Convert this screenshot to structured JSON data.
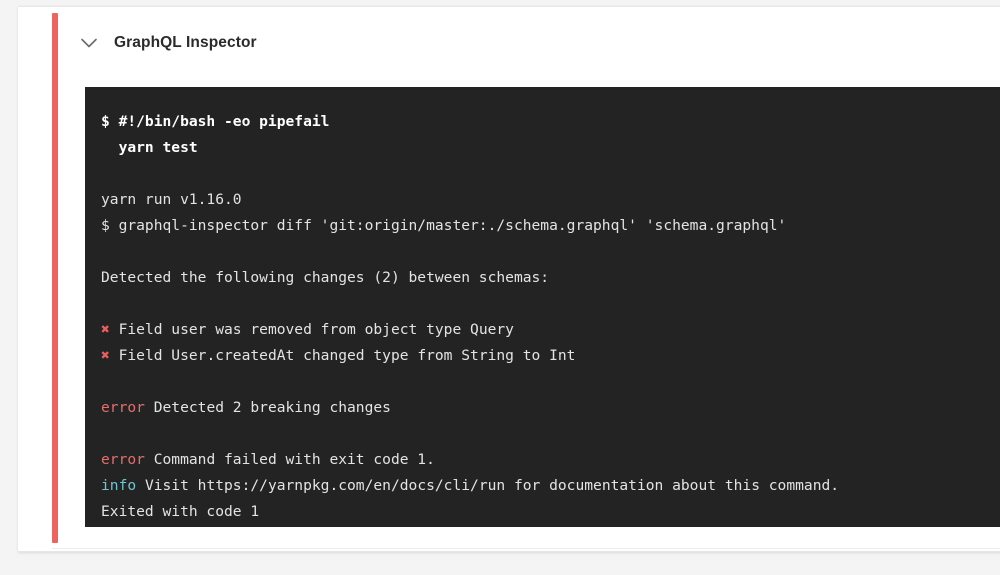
{
  "page": {
    "background_color": "#f4f4f4"
  },
  "card": {
    "status_stripe_color": "#ec6360",
    "background_color": "#ffffff"
  },
  "header": {
    "collapse_icon": "chevron-down-icon",
    "title": "GraphQL Inspector"
  },
  "terminal": {
    "background_color": "#232323",
    "text_color": "#e8e8e8",
    "error_color": "#e36e6c",
    "info_color": "#6fc3d2",
    "xmark_color": "#e8605d",
    "lines": [
      {
        "type": "command",
        "text": "$ #!/bin/bash -eo pipefail"
      },
      {
        "type": "command",
        "text": "  yarn test"
      },
      {
        "type": "blank",
        "text": ""
      },
      {
        "type": "plain",
        "text": "yarn run v1.16.0"
      },
      {
        "type": "plain",
        "text": "$ graphql-inspector diff 'git:origin/master:./schema.graphql' 'schema.graphql'"
      },
      {
        "type": "blank",
        "text": ""
      },
      {
        "type": "plain",
        "text": "Detected the following changes (2) between schemas:"
      },
      {
        "type": "blank",
        "text": ""
      },
      {
        "type": "change",
        "marker": "✖",
        "text": " Field user was removed from object type Query"
      },
      {
        "type": "change",
        "marker": "✖",
        "text": " Field User.createdAt changed type from String to Int"
      },
      {
        "type": "blank",
        "text": ""
      },
      {
        "type": "error",
        "tag": "error",
        "text": " Detected 2 breaking changes"
      },
      {
        "type": "blank",
        "text": ""
      },
      {
        "type": "error",
        "tag": "error",
        "text": " Command failed with exit code 1."
      },
      {
        "type": "info",
        "tag": "info",
        "text": " Visit https://yarnpkg.com/en/docs/cli/run for documentation about this command."
      },
      {
        "type": "plain",
        "text": "Exited with code 1"
      }
    ]
  }
}
